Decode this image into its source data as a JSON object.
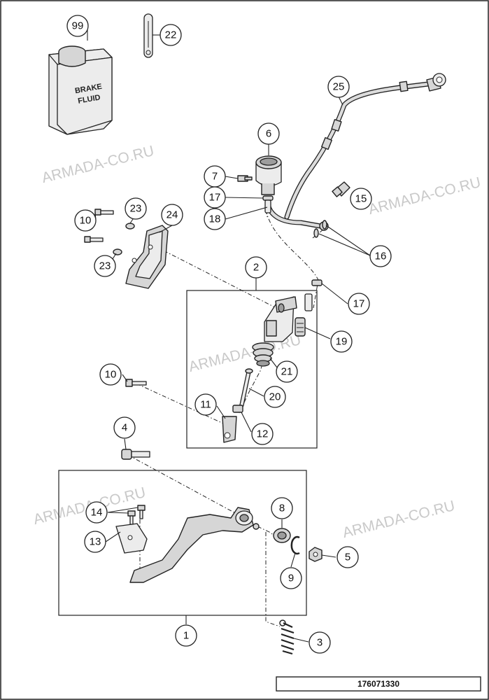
{
  "diagram": {
    "reference_number": "176071330",
    "can_label_line1": "BRAKE",
    "can_label_line2": "FLUID",
    "watermarks": [
      "ARMADA-CO.RU",
      "ARMADA-CO.RU",
      "ARMADA-CO.RU",
      "ARMADA-CO.RU",
      "ARMADA-CO.RU"
    ],
    "callouts": [
      "99",
      "22",
      "25",
      "6",
      "7",
      "15",
      "17",
      "18",
      "10",
      "23",
      "24",
      "16",
      "23",
      "2",
      "17",
      "19",
      "21",
      "10",
      "20",
      "11",
      "12",
      "4",
      "8",
      "14",
      "13",
      "5",
      "9",
      "1",
      "3"
    ]
  },
  "colors": {
    "line": "#222222",
    "part_fill": "#d6d6d6",
    "watermark": "#c9c9c9"
  }
}
